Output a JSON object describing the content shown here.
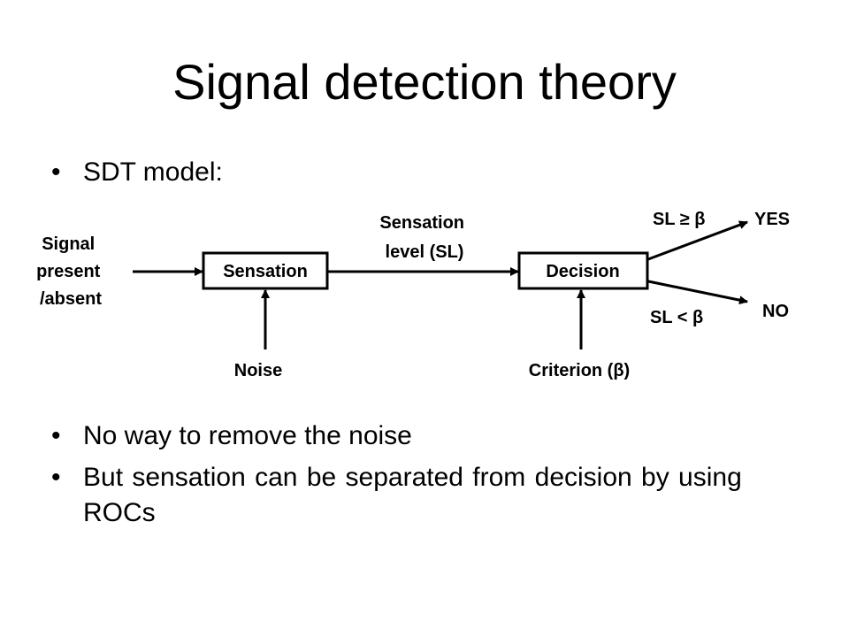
{
  "slide": {
    "title": "Signal detection theory"
  },
  "bullets": [
    {
      "marker": "•",
      "text": "SDT model:"
    },
    {
      "marker": "•",
      "text": "No way to remove the noise"
    },
    {
      "marker": "•",
      "text": "But sensation can be separated from decision by using ROCs"
    }
  ],
  "diagram": {
    "input_label": [
      "Signal",
      "present",
      "/absent"
    ],
    "sensation_box": "Sensation",
    "sensation_level_label": [
      "Sensation",
      "level (SL)"
    ],
    "decision_box": "Decision",
    "noise_label": "Noise",
    "criterion_label": "Criterion (β)",
    "yes_condition": "SL ≥ β",
    "yes_label": "YES",
    "no_condition": "SL < β",
    "no_label": "NO"
  },
  "colors": {
    "text": "#000000",
    "background": "#ffffff"
  }
}
